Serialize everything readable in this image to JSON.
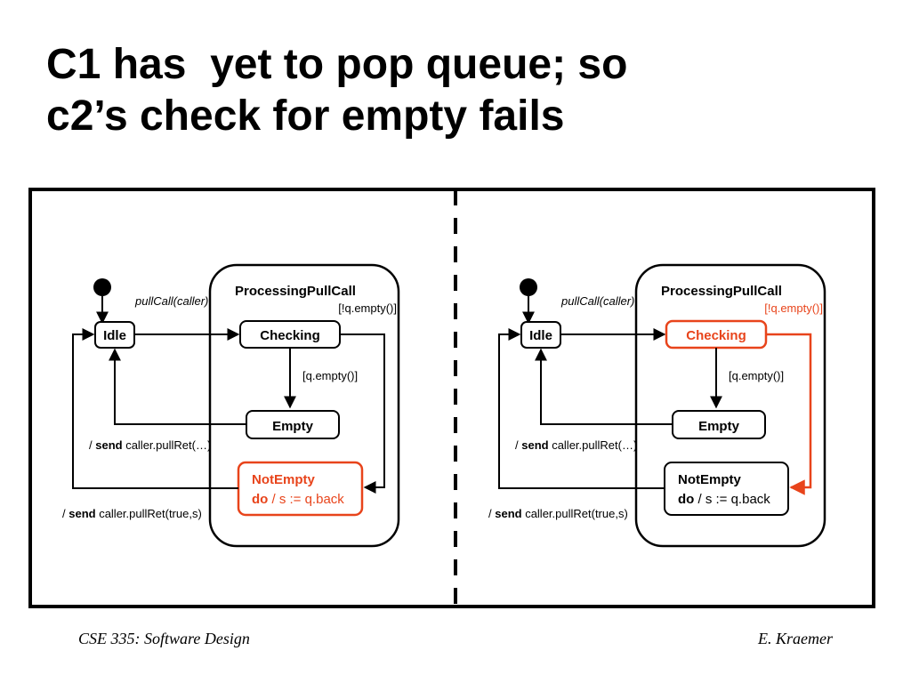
{
  "slide": {
    "title_line1": "C1 has  yet to pop queue; so",
    "title_line2": "c2’s check for empty fails",
    "footer_left": "CSE 335: Software Design",
    "footer_right": "E. Kraemer"
  },
  "colors": {
    "highlight": "#e8441b",
    "ink": "#000000",
    "background": "#ffffff"
  },
  "panels": [
    {
      "composite_label": "ProcessingPullCall",
      "states": {
        "idle": "Idle",
        "checking": "Checking",
        "empty": "Empty",
        "notempty_name": "NotEmpty",
        "notempty_do_keyword": "do",
        "notempty_do_action": " / s := q.back"
      },
      "labels": {
        "pullcall": "pullCall(caller)",
        "not_empty_guard": "[!q.empty()]",
        "empty_guard": "[q.empty()]",
        "send_prefix": "/ ",
        "send_keyword": "send",
        "send_empty_action": " caller.pullRet(…)",
        "send_notempty_action": " caller.pullRet(true,s)"
      },
      "highlighted": "notempty"
    },
    {
      "composite_label": "ProcessingPullCall",
      "states": {
        "idle": "Idle",
        "checking": "Checking",
        "empty": "Empty",
        "notempty_name": "NotEmpty",
        "notempty_do_keyword": "do",
        "notempty_do_action": " / s := q.back"
      },
      "labels": {
        "pullcall": "pullCall(caller)",
        "not_empty_guard": "[!q.empty()]",
        "empty_guard": "[q.empty()]",
        "send_prefix": "/ ",
        "send_keyword": "send",
        "send_empty_action": " caller.pullRet(…)",
        "send_notempty_action": " caller.pullRet(true,s)"
      },
      "highlighted": "checking"
    }
  ]
}
